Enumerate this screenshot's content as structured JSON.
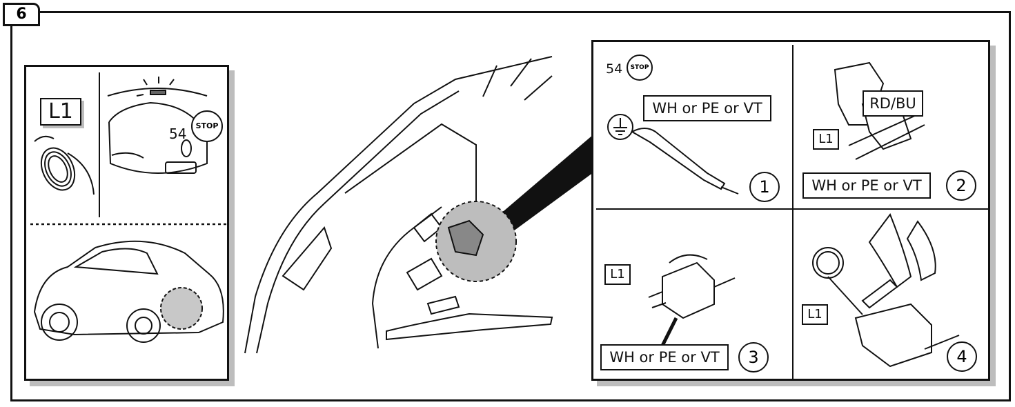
{
  "step": {
    "number": "6"
  },
  "left_panel": {
    "connector_label": "L1",
    "stop_number": "54",
    "stop_text": "STOP"
  },
  "right_panel": {
    "cells": [
      {
        "index": "1",
        "stop_number": "54",
        "stop_text": "STOP",
        "wire_label": "WH or PE or VT",
        "icon": "ground-symbol-icon"
      },
      {
        "index": "2",
        "connector_label": "L1",
        "color_label": "RD/BU",
        "wire_label": "WH or PE or VT"
      },
      {
        "index": "3",
        "connector_label": "L1",
        "wire_label": "WH or PE or VT"
      },
      {
        "index": "4",
        "connector_label": "L1"
      }
    ]
  },
  "colors": {
    "line": "#111111",
    "shadow": "#bdbdbd",
    "highlight": "#c8c8c8",
    "background": "#ffffff"
  }
}
